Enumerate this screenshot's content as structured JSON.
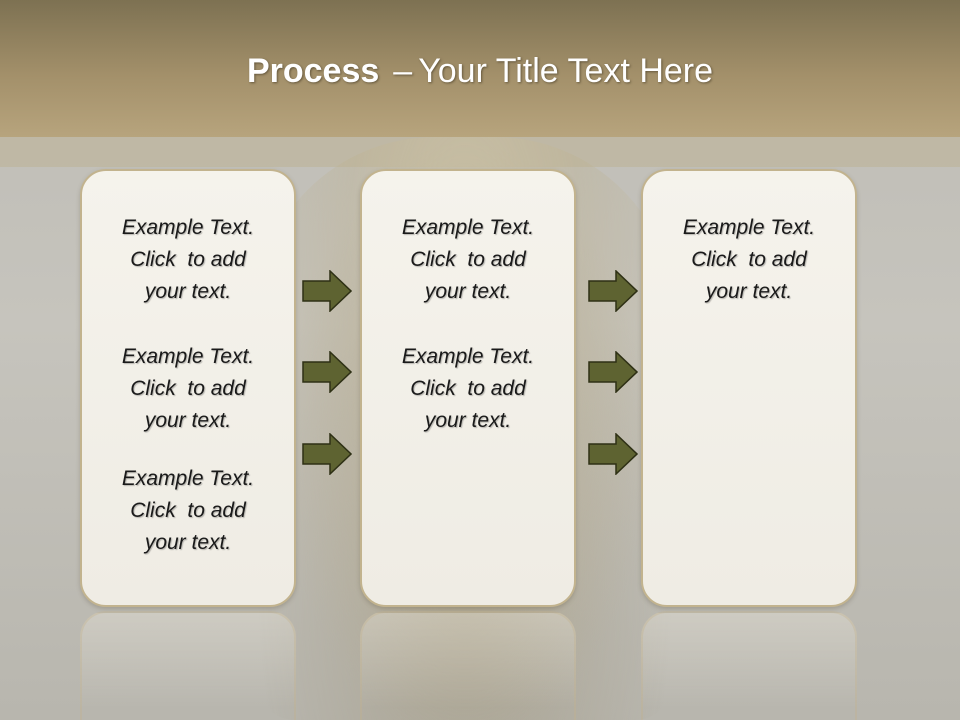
{
  "slide": {
    "title_bold": "Process",
    "title_separator": "–",
    "title_rest": "Your Title Text Here"
  },
  "panels": [
    {
      "items": [
        {
          "line1": "Example Text.",
          "line2": "Click  to add",
          "line3": "your text."
        },
        {
          "line1": "Example Text.",
          "line2": "Click  to add",
          "line3": "your text."
        },
        {
          "line1": "Example Text.",
          "line2": "Click  to add",
          "line3": "your text."
        }
      ]
    },
    {
      "items": [
        {
          "line1": "Example Text.",
          "line2": "Click  to add",
          "line3": "your text."
        },
        {
          "line1": "Example Text.",
          "line2": "Click  to add",
          "line3": "your text."
        }
      ]
    },
    {
      "items": [
        {
          "line1": "Example Text.",
          "line2": "Click  to add",
          "line3": "your text."
        }
      ]
    }
  ],
  "arrow_icon": "right-arrow-icon",
  "colors": {
    "header": "#a3906a",
    "arrow_fill": "#5e6331",
    "panel_border": "#c2b38e",
    "panel_fill": "#f3f1ea"
  }
}
